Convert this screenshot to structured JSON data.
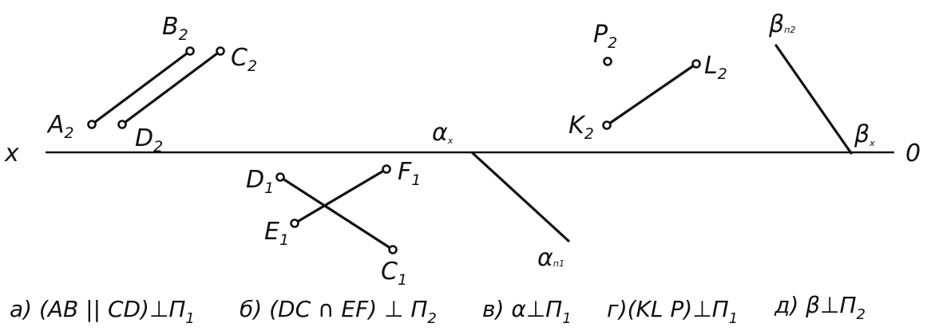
{
  "axis": {
    "left": "x",
    "right": "0"
  },
  "points": {
    "A2": {
      "letter": "A",
      "index": "2"
    },
    "B2": {
      "letter": "B",
      "index": "2"
    },
    "C2": {
      "letter": "C",
      "index": "2"
    },
    "D2": {
      "letter": "D",
      "index": "2"
    },
    "P2": {
      "letter": "P",
      "index": "2"
    },
    "K2": {
      "letter": "K",
      "index": "2"
    },
    "L2": {
      "letter": "L",
      "index": "2"
    },
    "D1": {
      "letter": "D",
      "index": "1"
    },
    "F1": {
      "letter": "F",
      "index": "1"
    },
    "E1": {
      "letter": "E",
      "index": "1"
    },
    "C1": {
      "letter": "C",
      "index": "1"
    }
  },
  "traces": {
    "alpha_x": {
      "symbol": "α",
      "index": "x"
    },
    "alpha_p1": {
      "symbol": "α",
      "index": "п1"
    },
    "beta_p2": {
      "symbol": "β",
      "index": "п2"
    },
    "beta_x": {
      "symbol": "β",
      "index": "x"
    }
  },
  "captions": [
    {
      "text": "а) (AB || CD)⊥П",
      "index": "1"
    },
    {
      "text": "б) (DC ∩ EF) ⊥ П",
      "index": "2"
    },
    {
      "text": "в) α⊥П",
      "index": "1"
    },
    {
      "text": "г)(KL P)⊥П",
      "index": "1"
    },
    {
      "text": "д) β⊥П",
      "index": "2"
    }
  ]
}
